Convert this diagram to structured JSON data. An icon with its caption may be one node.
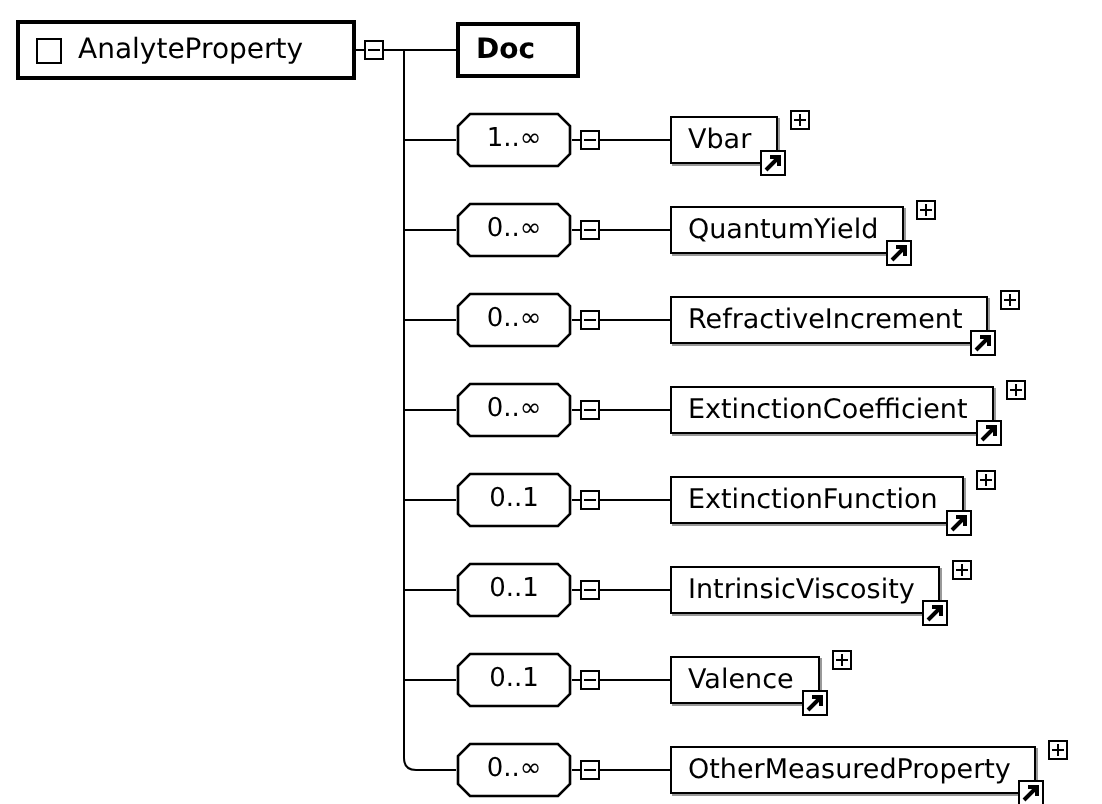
{
  "diagram": {
    "nodes": [
      {
        "text": [
          "AnalyteProperty"
        ]
      },
      {
        "text": [
          "Doc"
        ]
      },
      {
        "text": [
          "1..∞"
        ]
      },
      {
        "text": [
          "Vbar"
        ]
      },
      {
        "text": [
          "0..∞"
        ]
      },
      {
        "text": [
          "QuantumYield"
        ]
      },
      {
        "text": [
          "0..∞"
        ]
      },
      {
        "text": [
          "RefractiveIncrement"
        ]
      },
      {
        "text": [
          "0..∞"
        ]
      },
      {
        "text": [
          "ExtinctionCoefficient"
        ]
      },
      {
        "text": [
          "0..1"
        ]
      },
      {
        "text": [
          "ExtinctionFunction"
        ]
      },
      {
        "text": [
          "0..1"
        ]
      },
      {
        "text": [
          "IntrinsicViscosity"
        ]
      },
      {
        "text": [
          "0..1"
        ]
      },
      {
        "text": [
          "Valence"
        ]
      },
      {
        "text": [
          "0..∞"
        ]
      },
      {
        "text": [
          "OtherMeasuredProperty"
        ]
      }
    ],
    "edges": [
      {
        "from": 0,
        "to": 1,
        "arrow": "none"
      },
      {
        "from": 0,
        "to": 2,
        "arrow": "none"
      },
      {
        "from": 2,
        "to": 3,
        "arrow": "none"
      },
      {
        "from": 0,
        "to": 4,
        "arrow": "none"
      },
      {
        "from": 4,
        "to": 5,
        "arrow": "none"
      },
      {
        "from": 0,
        "to": 6,
        "arrow": "none"
      },
      {
        "from": 6,
        "to": 7,
        "arrow": "none"
      },
      {
        "from": 0,
        "to": 8,
        "arrow": "none"
      },
      {
        "from": 8,
        "to": 9,
        "arrow": "none"
      },
      {
        "from": 0,
        "to": 10,
        "arrow": "none"
      },
      {
        "from": 10,
        "to": 11,
        "arrow": "none"
      },
      {
        "from": 0,
        "to": 12,
        "arrow": "none"
      },
      {
        "from": 12,
        "to": 13,
        "arrow": "none"
      },
      {
        "from": 0,
        "to": 14,
        "arrow": "none"
      },
      {
        "from": 14,
        "to": 15,
        "arrow": "none"
      },
      {
        "from": 0,
        "to": 16,
        "arrow": "none"
      },
      {
        "from": 16,
        "to": 17,
        "arrow": "none"
      }
    ]
  }
}
